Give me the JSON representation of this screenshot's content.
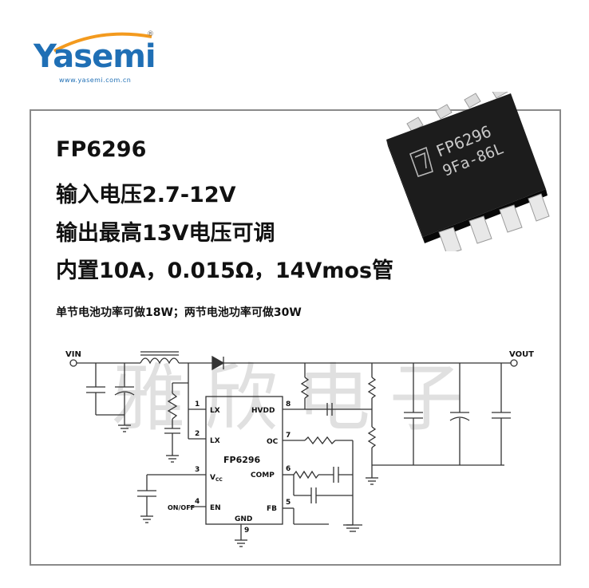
{
  "logo": {
    "brand": "Yasemi",
    "url": "www.yasemi.com.cn",
    "reg": "®"
  },
  "chip": {
    "line1": "FP6296",
    "line2": "9Fa-86L"
  },
  "specs": {
    "line1": "FP6296",
    "line2": "输入电压2.7-12V",
    "line3": "输出最高13V电压可调",
    "line4": "内置10A，0.015Ω，14Vmos管"
  },
  "subnote": "单节电池功率可做18W；两节电池功率可做30W",
  "watermark": "雅欣电子",
  "schematic": {
    "vin": "VIN",
    "vout": "VOUT",
    "ic_name": "FP6296",
    "pins": {
      "p1": "1",
      "p2": "2",
      "p3": "3",
      "p4": "4",
      "p5": "5",
      "p6": "6",
      "p7": "7",
      "p8": "8",
      "p9": "9"
    },
    "pin_labels": {
      "lx1": "LX",
      "lx2": "LX",
      "vcc": "V",
      "vcc_sub": "CC",
      "en": "EN",
      "hvdd": "HVDD",
      "oc": "OC",
      "comp": "COMP",
      "fb": "FB",
      "gnd": "GND",
      "onoff": "ON/OFF"
    }
  },
  "colors": {
    "brand_blue": "#1f6fb5",
    "swoosh_orange": "#f39a1e",
    "frame_gray": "#8a8a8a"
  }
}
